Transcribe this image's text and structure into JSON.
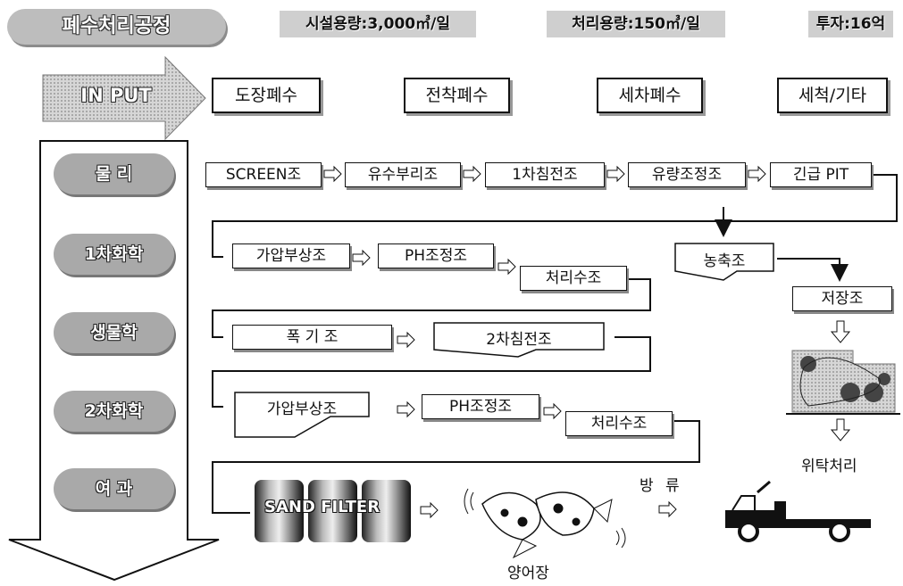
{
  "header": {
    "title": "폐수처리공정",
    "facility_capacity": "시설용량:3,000㎥/일",
    "treatment_capacity": "처리용량:150㎥/일",
    "investment": "투자:16억"
  },
  "input": {
    "label": "IN PUT",
    "sources": [
      "도장폐수",
      "전착폐수",
      "세차폐수",
      "세척/기타"
    ]
  },
  "stages": [
    "물 리",
    "1차화학",
    "생물학",
    "2차화학",
    "여 과"
  ],
  "row1": [
    "SCREEN조",
    "유수부리조",
    "1차침전조",
    "유량조정조",
    "긴급 PIT"
  ],
  "row2": [
    "가압부상조",
    "PH조정조",
    "처리수조"
  ],
  "row3": [
    "폭 기 조",
    "2차침전조"
  ],
  "row4": [
    "가압부상조",
    "PH조정조",
    "처리수조"
  ],
  "row5": {
    "filter": "SAND FILTER",
    "fish_pond": "양어장",
    "discharge": "방 류"
  },
  "sludge": {
    "thickener": "농축조",
    "storage": "저장조",
    "consignment": "위탁처리"
  }
}
